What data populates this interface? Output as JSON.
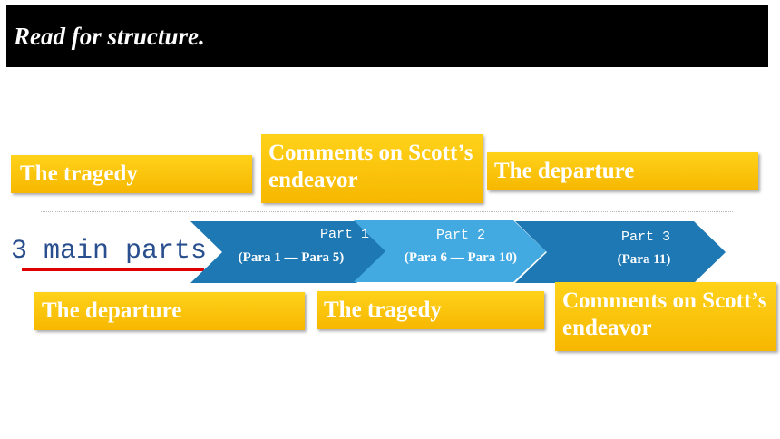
{
  "header": {
    "title": "Read for structure."
  },
  "top_cards": [
    {
      "label": "The tragedy"
    },
    {
      "label": "Comments on Scott’s endeavor"
    },
    {
      "label": "The departure"
    }
  ],
  "parts_label": "3 main parts",
  "chevrons": [
    {
      "part": "Part 1",
      "paras": "(Para 1 — Para 5)"
    },
    {
      "part": "Part 2",
      "paras": "(Para 6 — Para 10)"
    },
    {
      "part": "Part 3",
      "paras": "(Para 11)"
    }
  ],
  "bottom_cards": [
    {
      "label": "The departure"
    },
    {
      "label": "The tragedy"
    },
    {
      "label": "Comments on Scott’s endeavor"
    }
  ],
  "colors": {
    "header_bg": "#000000",
    "card_gradient_top": "#ffd21a",
    "card_gradient_bottom": "#f7b700",
    "chevron_dark": "#1e78b3",
    "chevron_light": "#42a9e1",
    "parts_label_text": "#2a4f8e",
    "underline": "#e00000"
  }
}
